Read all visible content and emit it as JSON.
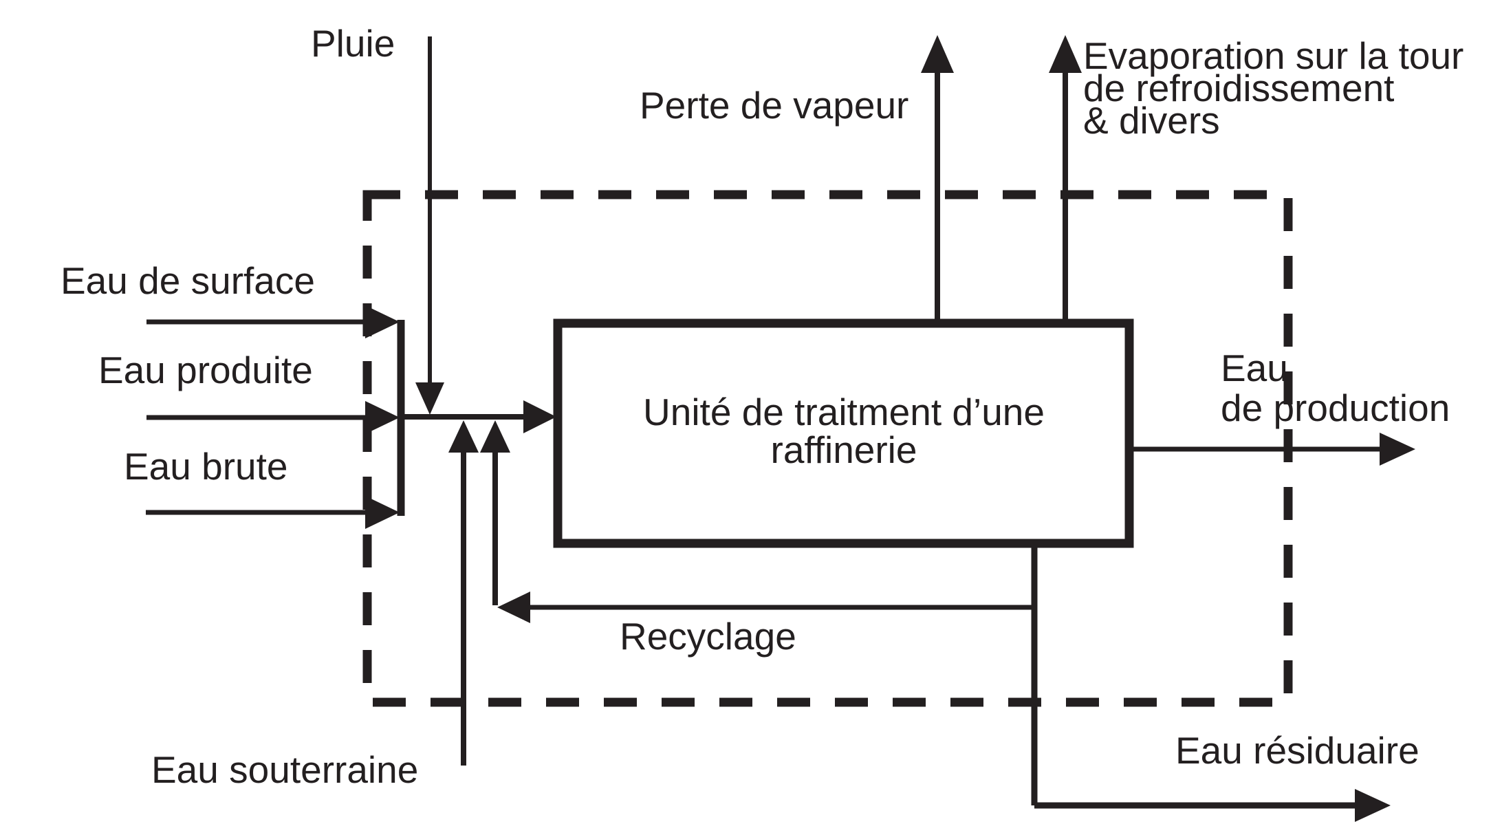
{
  "diagram": {
    "kind": "water balance flow diagram",
    "colors": {
      "ink": "#231f20",
      "background": "#ffffff"
    },
    "process_box": {
      "label_lines": [
        "Unité de traitment d’une",
        "raffinerie"
      ]
    },
    "labels": {
      "pluie": "Pluie",
      "perte_de_vapeur": "Perte de vapeur",
      "evaporation_lines": [
        "Evaporation sur la tour",
        "de refroidissement",
        "& divers"
      ],
      "eau_de_surface": "Eau de surface",
      "eau_produite": "Eau produite",
      "eau_brute": "Eau brute",
      "eau_souterraine": "Eau souterraine",
      "recyclage": "Recyclage",
      "eau_de_production_lines": [
        "Eau",
        "de production"
      ],
      "eau_residuaire": "Eau résiduaire"
    },
    "flows": [
      {
        "label": "Pluie",
        "direction": "in"
      },
      {
        "label": "Eau de surface",
        "direction": "in"
      },
      {
        "label": "Eau produite",
        "direction": "in"
      },
      {
        "label": "Eau brute",
        "direction": "in"
      },
      {
        "label": "Eau souterraine",
        "direction": "in"
      },
      {
        "label": "Recyclage",
        "direction": "internal-return"
      },
      {
        "label": "Perte de vapeur",
        "direction": "out"
      },
      {
        "label": "Evaporation sur la tour de refroidissement & divers",
        "direction": "out"
      },
      {
        "label": "Eau de production",
        "direction": "out"
      },
      {
        "label": "Eau résiduaire",
        "direction": "out"
      }
    ]
  }
}
